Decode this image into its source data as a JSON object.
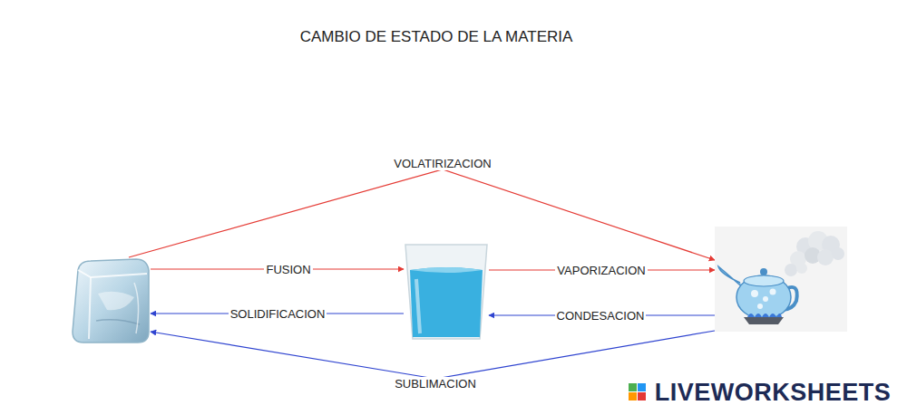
{
  "diagram": {
    "title": "CAMBIO DE ESTADO DE LA MATERIA",
    "nodes": [
      {
        "text": []
      },
      {
        "text": []
      },
      {
        "text": []
      }
    ],
    "edges": [
      {
        "from": 0,
        "to": 1,
        "label": "FUSION",
        "arrow": "to"
      },
      {
        "from": 1,
        "to": 0,
        "label": "SOLIDIFICACION",
        "arrow": "to"
      },
      {
        "from": 1,
        "to": 2,
        "label": "VAPORIZACION",
        "arrow": "to"
      },
      {
        "from": 2,
        "to": 1,
        "label": "CONDESACION",
        "arrow": "to"
      },
      {
        "from": 0,
        "to": 2,
        "label": "VOLATIRIZACION",
        "arrow": "to"
      },
      {
        "from": 2,
        "to": 0,
        "label": "SUBLIMACION",
        "arrow": "to"
      }
    ],
    "labels": [
      "LIVEWORKSHEETS"
    ]
  }
}
